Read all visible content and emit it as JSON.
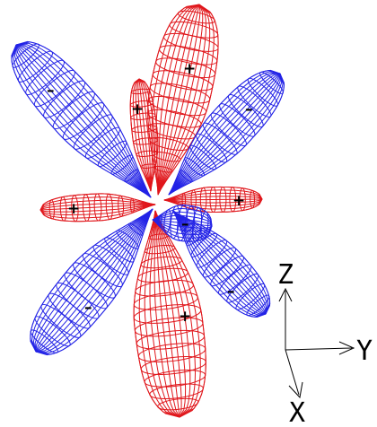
{
  "colors": {
    "positive": "#e0161b",
    "negative": "#2323e6",
    "axes": "#000000",
    "background": "#ffffff"
  },
  "diagram": {
    "lobes": [
      {
        "name": "red-lobe-top",
        "sign": "+",
        "phase": "positive"
      },
      {
        "name": "red-lobe-top-small",
        "sign": "+",
        "phase": "positive"
      },
      {
        "name": "red-lobe-bottom",
        "sign": "+",
        "phase": "positive"
      },
      {
        "name": "red-lobe-left",
        "sign": "+",
        "phase": "positive"
      },
      {
        "name": "red-lobe-right",
        "sign": "+",
        "phase": "positive"
      },
      {
        "name": "blue-lobe-upper-left",
        "sign": "–",
        "phase": "negative"
      },
      {
        "name": "blue-lobe-upper-right",
        "sign": "–",
        "phase": "negative"
      },
      {
        "name": "blue-lobe-lower-left",
        "sign": "–",
        "phase": "negative"
      },
      {
        "name": "blue-lobe-lower-right",
        "sign": "–",
        "phase": "negative"
      },
      {
        "name": "blue-lobe-center",
        "sign": "–",
        "phase": "negative"
      }
    ],
    "axes": {
      "z": "Z",
      "y": "Y",
      "x": "X"
    }
  }
}
